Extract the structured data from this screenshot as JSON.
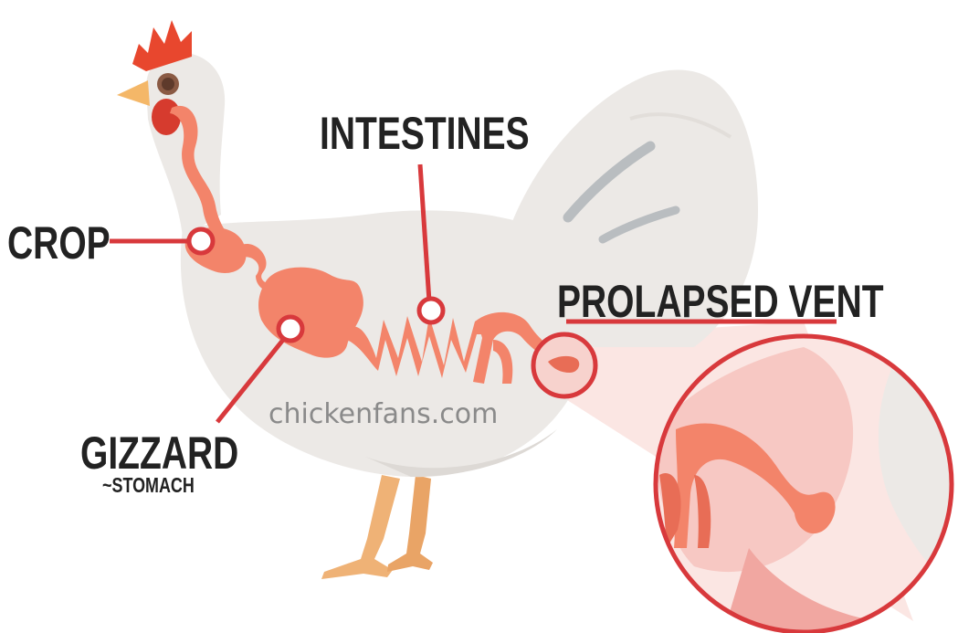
{
  "labels": {
    "crop": "CROP",
    "intestines": "INTESTINES",
    "prolapsed_vent": "PROLAPSED VENT",
    "gizzard": "GIZZARD",
    "stomach": "~STOMACH"
  },
  "watermark": "chickenfans.com",
  "colors": {
    "body": "#ECE9E6",
    "body_shadow": "#DDD9D5",
    "wing_stripe": "#B9BDC0",
    "comb": "#E8472E",
    "wattle": "#D63B2E",
    "beak": "#F4B768",
    "eye": "#8A5A44",
    "digestive": "#F3846A",
    "digestive_dark": "#E86D56",
    "leader_line": "#D8393C",
    "feet": "#EFB276",
    "zoom_fill": "#F7C8C3",
    "zoom_fill_dark": "#F1A7A1",
    "text": "#222222",
    "watermark": "#8A8A8A"
  }
}
